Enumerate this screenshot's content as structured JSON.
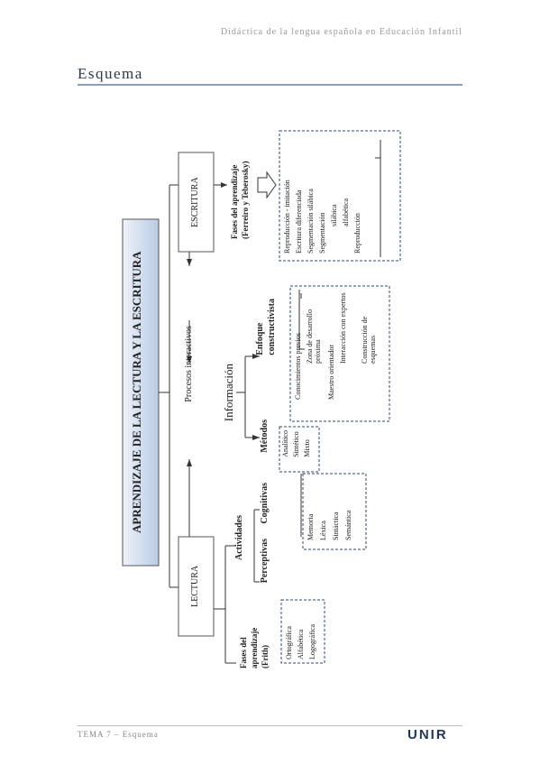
{
  "header": {
    "course": "Didáctica de la lengua española en Educación Infantil"
  },
  "page": {
    "title": "Esquema"
  },
  "footer": {
    "left": "TEMA 7 – Esquema",
    "logo": "UNIR"
  },
  "diagram": {
    "main": "APRENDIZAJE DE LA LECTURA Y LA ESCRITURA",
    "lectura": "LECTURA",
    "escritura": "ESCRITURA",
    "procesos": "Procesos interactivos",
    "informacion": "Información",
    "metodos": "Métodos",
    "metodos_items": [
      "Analítico",
      "Sintético",
      "Mixto"
    ],
    "enfoque": "Enfoque constructivista",
    "enfoque_items": [
      "Conocimientos previos",
      "Zona de desarrollo próxima",
      "Maestro orientador",
      "Interacción con expertos",
      "Construcción de esquemas"
    ],
    "fases_lectura": "Fases del aprendizaje (Frith)",
    "fases_lectura_items": [
      "Ortográfica",
      "Alfabética",
      "Logográfica"
    ],
    "actividades": "Actividades",
    "perceptivas": "Perceptivas",
    "cognitivas": "Cognitivas",
    "cognitivas_items": [
      "Memoria",
      "Léxica",
      "Sintáctica",
      "Semántica"
    ],
    "fases_escritura": "Fases del aprendizaje (Ferreiro y Teberosky)",
    "fases_escritura_items": [
      "Reproducción - imitación",
      "Escritura diferenciada",
      "Segmentación silábica",
      "Segmentación",
      "silábica",
      "alfabética",
      "Reproducción"
    ]
  }
}
